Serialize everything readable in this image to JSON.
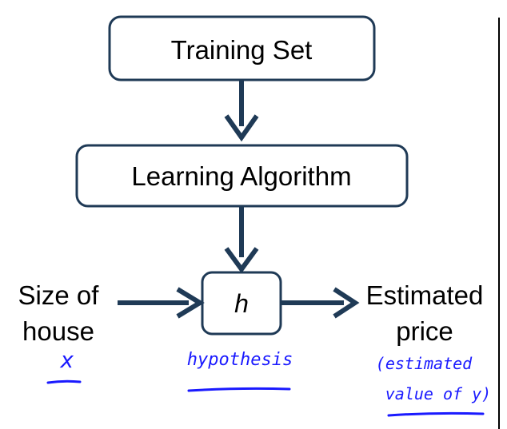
{
  "nodes": {
    "training_set": "Training Set",
    "learning_algorithm": "Learning Algorithm",
    "hypothesis_box": "h"
  },
  "input_label": {
    "line1": "Size of",
    "line2": "house"
  },
  "output_label": {
    "line1": "Estimated",
    "line2": "price"
  },
  "annotations": {
    "input_var": "x",
    "hypothesis": "hypothesis",
    "estimate_line1": "(estimated",
    "estimate_line2": "value of y)"
  },
  "colors": {
    "box_stroke": "#1f3a56",
    "arrow": "#1f3a56",
    "handwriting": "#1a1aff"
  }
}
